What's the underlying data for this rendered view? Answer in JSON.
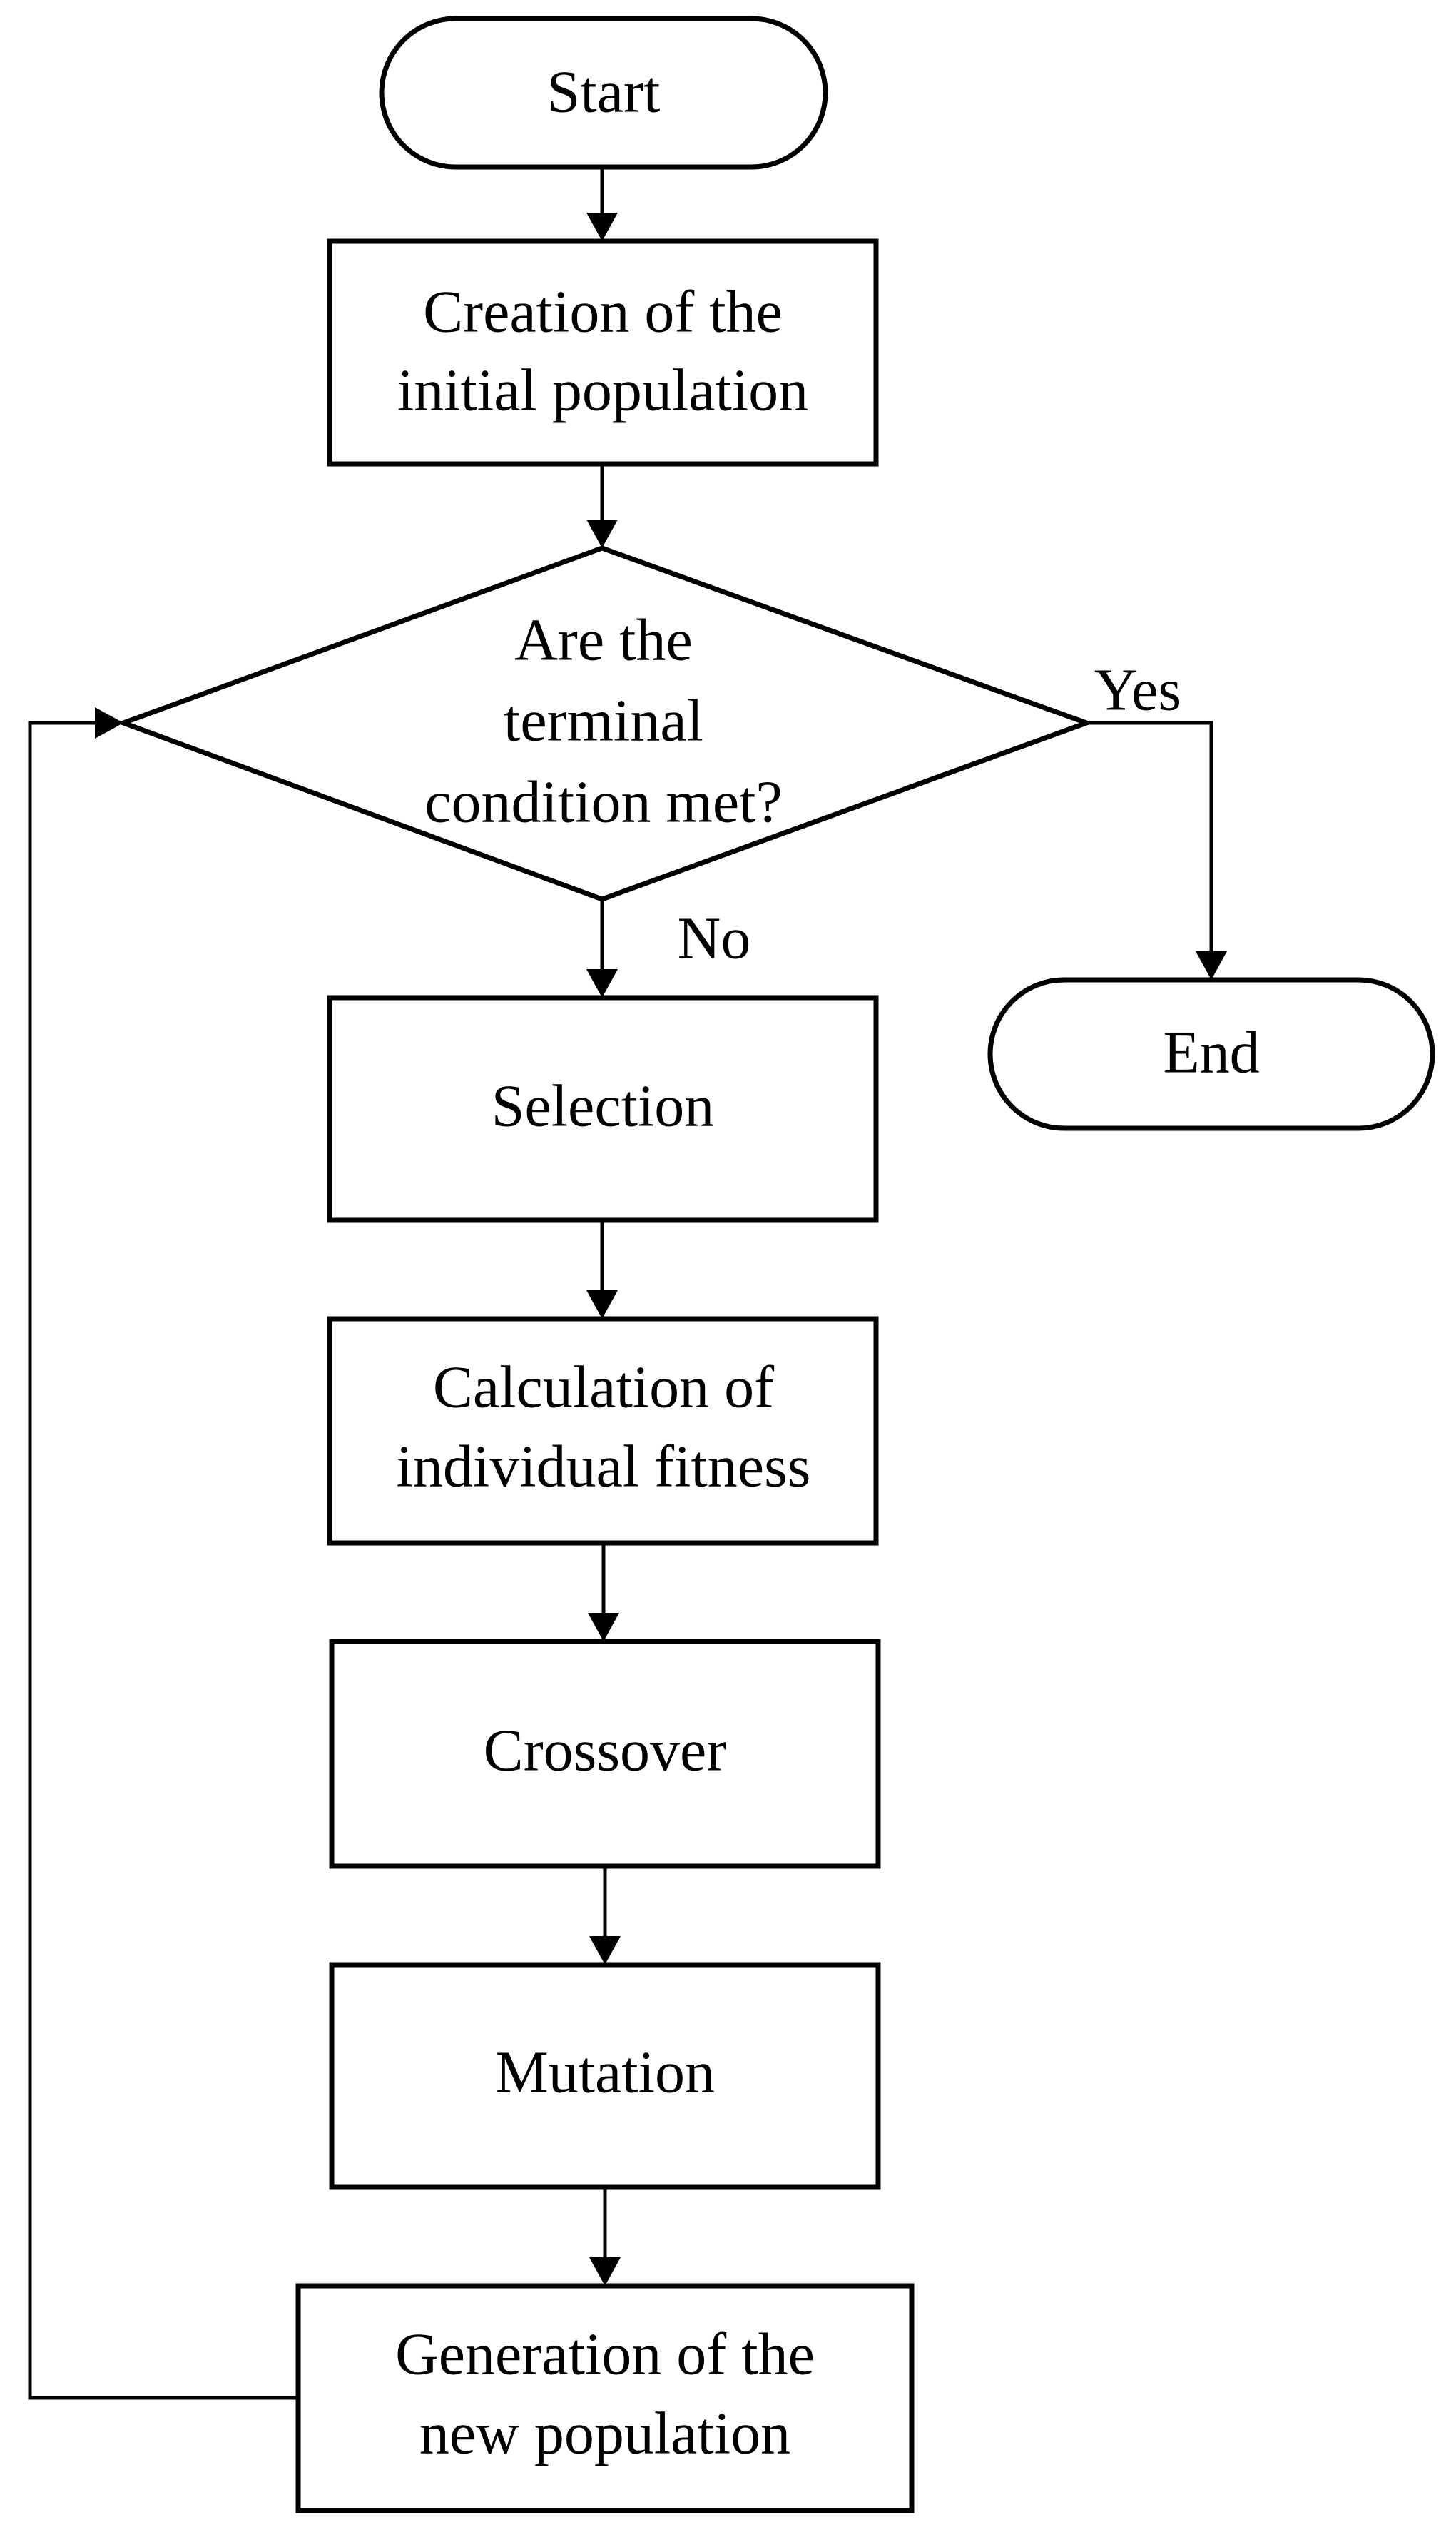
{
  "diagram": {
    "nodes": {
      "start": {
        "text": "Start"
      },
      "init": {
        "lines": [
          "Creation of the",
          "initial population"
        ]
      },
      "decision": {
        "lines": [
          "Are the",
          "terminal",
          "condition met?"
        ]
      },
      "selection": {
        "text": "Selection"
      },
      "fitness": {
        "lines": [
          "Calculation of",
          "individual fitness"
        ]
      },
      "crossover": {
        "text": "Crossover"
      },
      "mutation": {
        "text": "Mutation"
      },
      "generation": {
        "lines": [
          "Generation of the",
          "new population"
        ]
      },
      "end": {
        "text": "End"
      }
    },
    "edge_labels": {
      "yes": "Yes",
      "no": "No"
    },
    "edges": [
      {
        "from": "start",
        "to": "init"
      },
      {
        "from": "init",
        "to": "decision"
      },
      {
        "from": "decision",
        "to": "selection",
        "label": "No"
      },
      {
        "from": "decision",
        "to": "end",
        "label": "Yes"
      },
      {
        "from": "selection",
        "to": "fitness"
      },
      {
        "from": "fitness",
        "to": "crossover"
      },
      {
        "from": "crossover",
        "to": "mutation"
      },
      {
        "from": "mutation",
        "to": "generation"
      },
      {
        "from": "generation",
        "to": "decision"
      }
    ]
  }
}
